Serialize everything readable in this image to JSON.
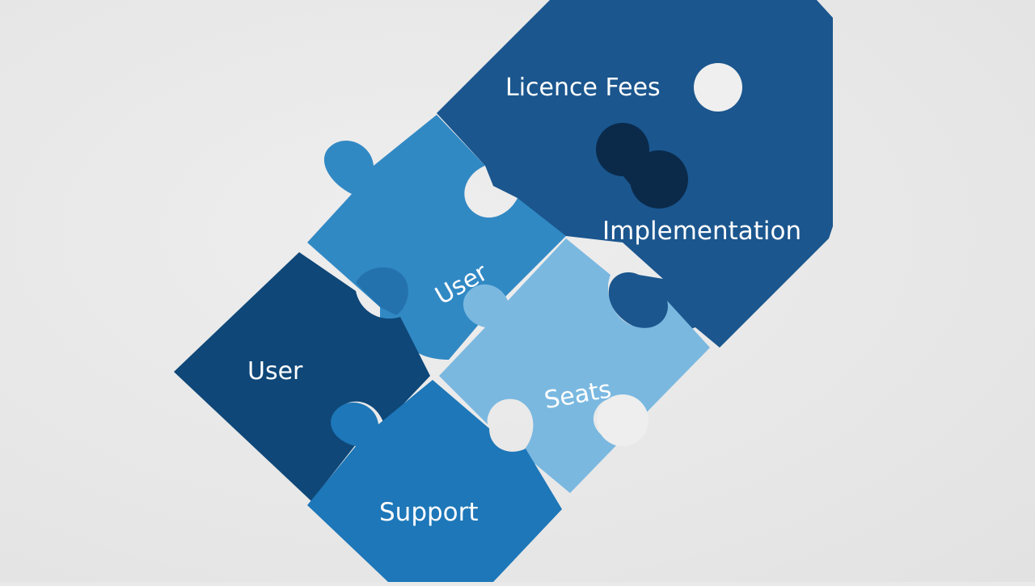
{
  "diagram": {
    "pieces": [
      {
        "id": "licence-fees",
        "label": "Licence Fees",
        "color": "#1b568e"
      },
      {
        "id": "implementation",
        "label": "Implementation",
        "color": "#1b568e"
      },
      {
        "id": "user-upper",
        "label": "User",
        "color": "#3189c4"
      },
      {
        "id": "seats",
        "label": "Seats",
        "color": "#7ab8e0"
      },
      {
        "id": "user-lower",
        "label": "User",
        "color": "#0e4778"
      },
      {
        "id": "support",
        "label": "Support",
        "color": "#1d77b8"
      }
    ],
    "connector_color": "#0b2a4a",
    "background": "#e9e9e9"
  }
}
